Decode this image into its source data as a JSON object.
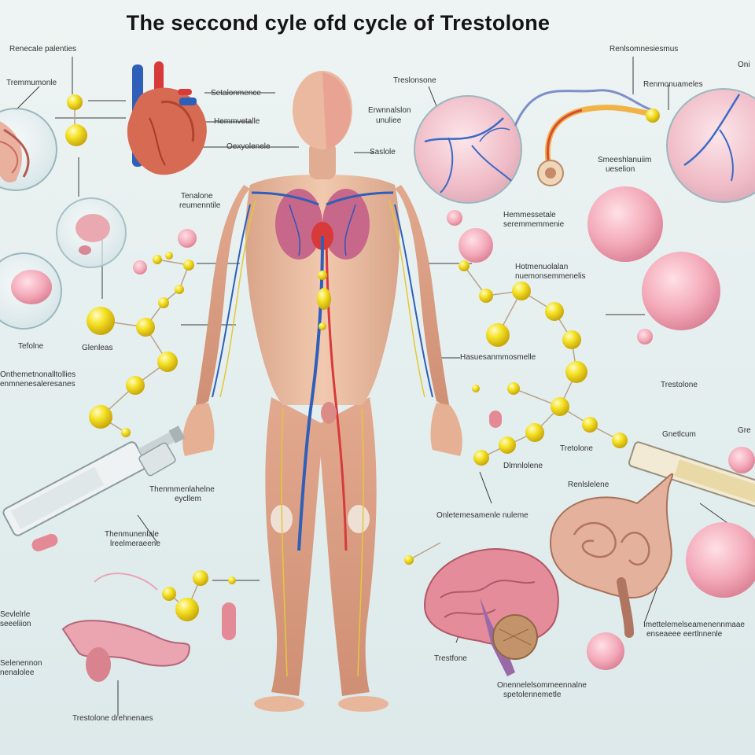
{
  "title": "The seccond cyle ofd cycle of Trestolone",
  "labels": {
    "l_top_left": "Renecale palenties",
    "l_top_left2": "Tremmumonle",
    "l_heart1": "Setalonmence",
    "l_heart2": "Hemmvetalle",
    "l_heart3": "Oexyolenele",
    "l_top_c1": "Treslonsone",
    "l_top_c2a": "Erwnnalslon",
    "l_top_c2b": "unuliee",
    "l_top_c3": "Saslole",
    "l_top_r1": "Renlsomnesiesmus",
    "l_top_r2": "Renmonuameles",
    "l_top_r3": "Oni",
    "l_mid_r1a": "Smeeshlanuiim",
    "l_mid_r1b": "ueselion",
    "l_trans_a": "Tenalone",
    "l_trans_b": "reumenntile",
    "l_mid_c1a": "Hemmessetale",
    "l_mid_c1b": "seremmemmenie",
    "l_mid_c2a": "Hotmenuolalan",
    "l_mid_c2b": "nuemonsemmenelis",
    "l_left_tef": "Tefolne",
    "l_left_gly": "Glenleas",
    "l_left_long_a": "Onthemetnonalltollies",
    "l_left_long_b": "enmnenesaleresanes",
    "l_center_r": "Hasuesanmmosmelle",
    "l_right_tes": "Trestolone",
    "l_right_ger": "Gnetlcum",
    "l_right_grn": "Gre",
    "l_hormone_a": "Thenmmenlahelne",
    "l_hormone_b": "eycllem",
    "l_trem_a": "Thenmunenlale",
    "l_trem_b": "lreelmeraeene",
    "l_dimt": "Dlmnlolene",
    "l_tret": "Tretolone",
    "l_renl": "Renlslelene",
    "l_otad": "Onletemesamenle nuleme",
    "l_left_bot1a": "Sevlelrle",
    "l_left_bot1b": "seeeliion",
    "l_left_bot2a": "Selenennon",
    "l_left_bot2b": "nenalolee",
    "l_bottom_left": "Trestolone drehnenaes",
    "l_brain": "Trestfone",
    "l_brain2a": "Onennelelsommeennalne",
    "l_brain2b": "spetolennemetle",
    "l_gut_a": "Imettelemelseamenennmaae",
    "l_gut_b": "enseaeee eertlnnenle"
  }
}
